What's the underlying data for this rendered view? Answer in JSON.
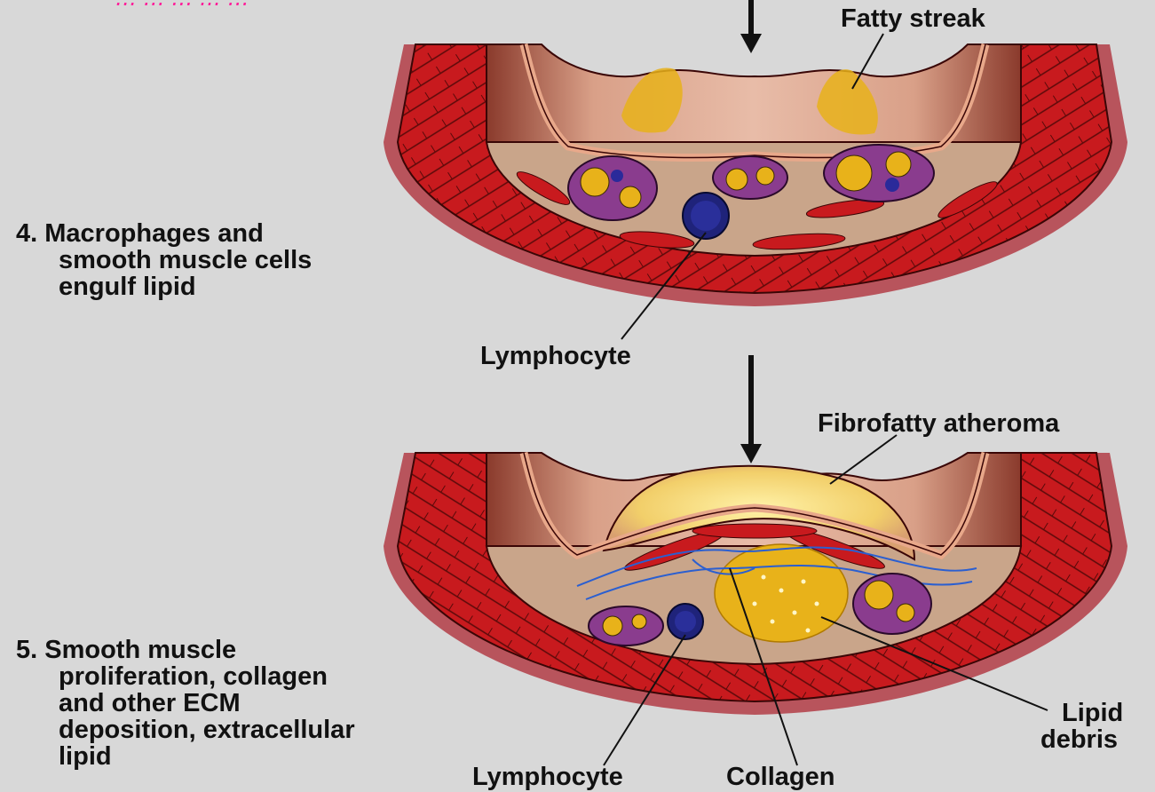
{
  "handwritten_note": "… … … … …",
  "stages": [
    {
      "step_lines": [
        "4. Macrophages and",
        "smooth muscle cells",
        "engulf lipid"
      ],
      "callouts": {
        "top": "Fatty streak",
        "cell": "Lymphocyte"
      }
    },
    {
      "step_lines": [
        "5. Smooth muscle",
        "proliferation, collagen",
        "and other ECM",
        "deposition, extracellular",
        "lipid"
      ],
      "callouts": {
        "top": "Fibrofatty atheroma",
        "cell": "Lymphocyte",
        "fiber": "Collagen",
        "debris_lines": [
          "Lipid",
          "debris"
        ]
      }
    }
  ],
  "colors": {
    "background": "#d8d8d8",
    "muscle": "#c81a1e",
    "adventitia": "#b03e48",
    "intima_band": "#d69a86",
    "lumen": "#c98a74",
    "lipid": "#e8b21a",
    "macrophage": "#8a3c8e",
    "lymphocyte": "#1f237a",
    "collagen": "#2b5fd0"
  }
}
